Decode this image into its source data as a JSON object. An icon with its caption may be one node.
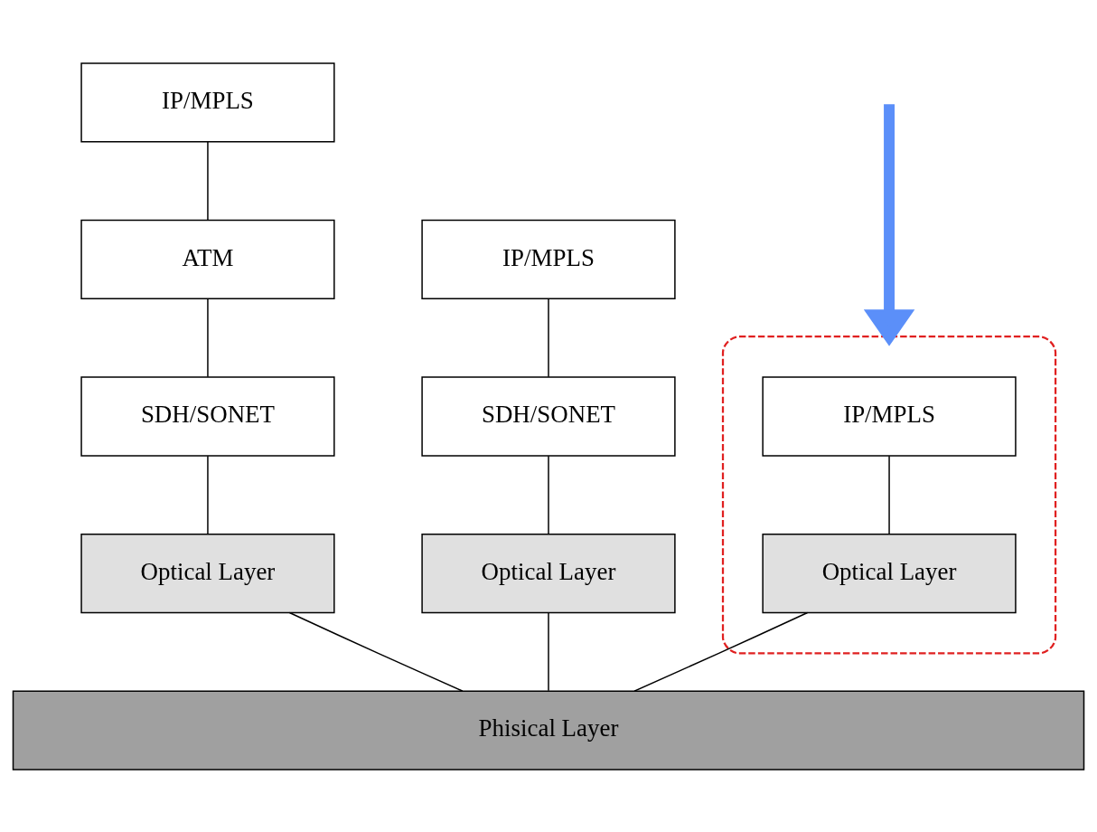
{
  "diagram": {
    "nodes": [
      {
        "text": [
          "IP/MPLS"
        ]
      },
      {
        "text": [
          "ATM"
        ]
      },
      {
        "text": [
          "SDH/SONET"
        ]
      },
      {
        "text": [
          "Optical Layer"
        ]
      },
      {
        "text": [
          "IP/MPLS"
        ]
      },
      {
        "text": [
          "SDH/SONET"
        ]
      },
      {
        "text": [
          "Optical Layer"
        ]
      },
      {
        "text": [],
        "shape": "ellipse"
      },
      {
        "text": [
          "IP/MPLS"
        ],
        "in": 7
      },
      {
        "text": [
          "Optical Layer"
        ],
        "in": 7
      },
      {
        "text": [
          "Phisical Layer"
        ]
      }
    ],
    "edges": [
      {
        "from": 0,
        "to": 1,
        "arrow": "none"
      },
      {
        "from": 1,
        "to": 2,
        "arrow": "none"
      },
      {
        "from": 2,
        "to": 3,
        "arrow": "none"
      },
      {
        "from": 3,
        "to": 10,
        "arrow": "none"
      },
      {
        "from": 4,
        "to": 5,
        "arrow": "none"
      },
      {
        "from": 5,
        "to": 6,
        "arrow": "none"
      },
      {
        "from": 6,
        "to": 10,
        "arrow": "none"
      },
      {
        "from": 8,
        "to": 9,
        "arrow": "none"
      },
      {
        "from": 9,
        "to": 10,
        "arrow": "none"
      },
      {
        "from": null,
        "to": 7,
        "arrow": "to",
        "style": "thick",
        "color": "#5b8ff9"
      }
    ]
  }
}
